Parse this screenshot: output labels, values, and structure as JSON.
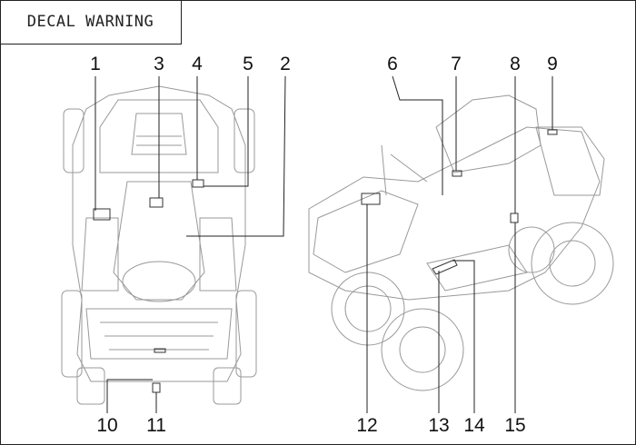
{
  "title": "DECAL WARNING",
  "callouts": [
    "1",
    "2",
    "3",
    "4",
    "5",
    "6",
    "7",
    "8",
    "9",
    "10",
    "11",
    "12",
    "13",
    "14",
    "15"
  ]
}
